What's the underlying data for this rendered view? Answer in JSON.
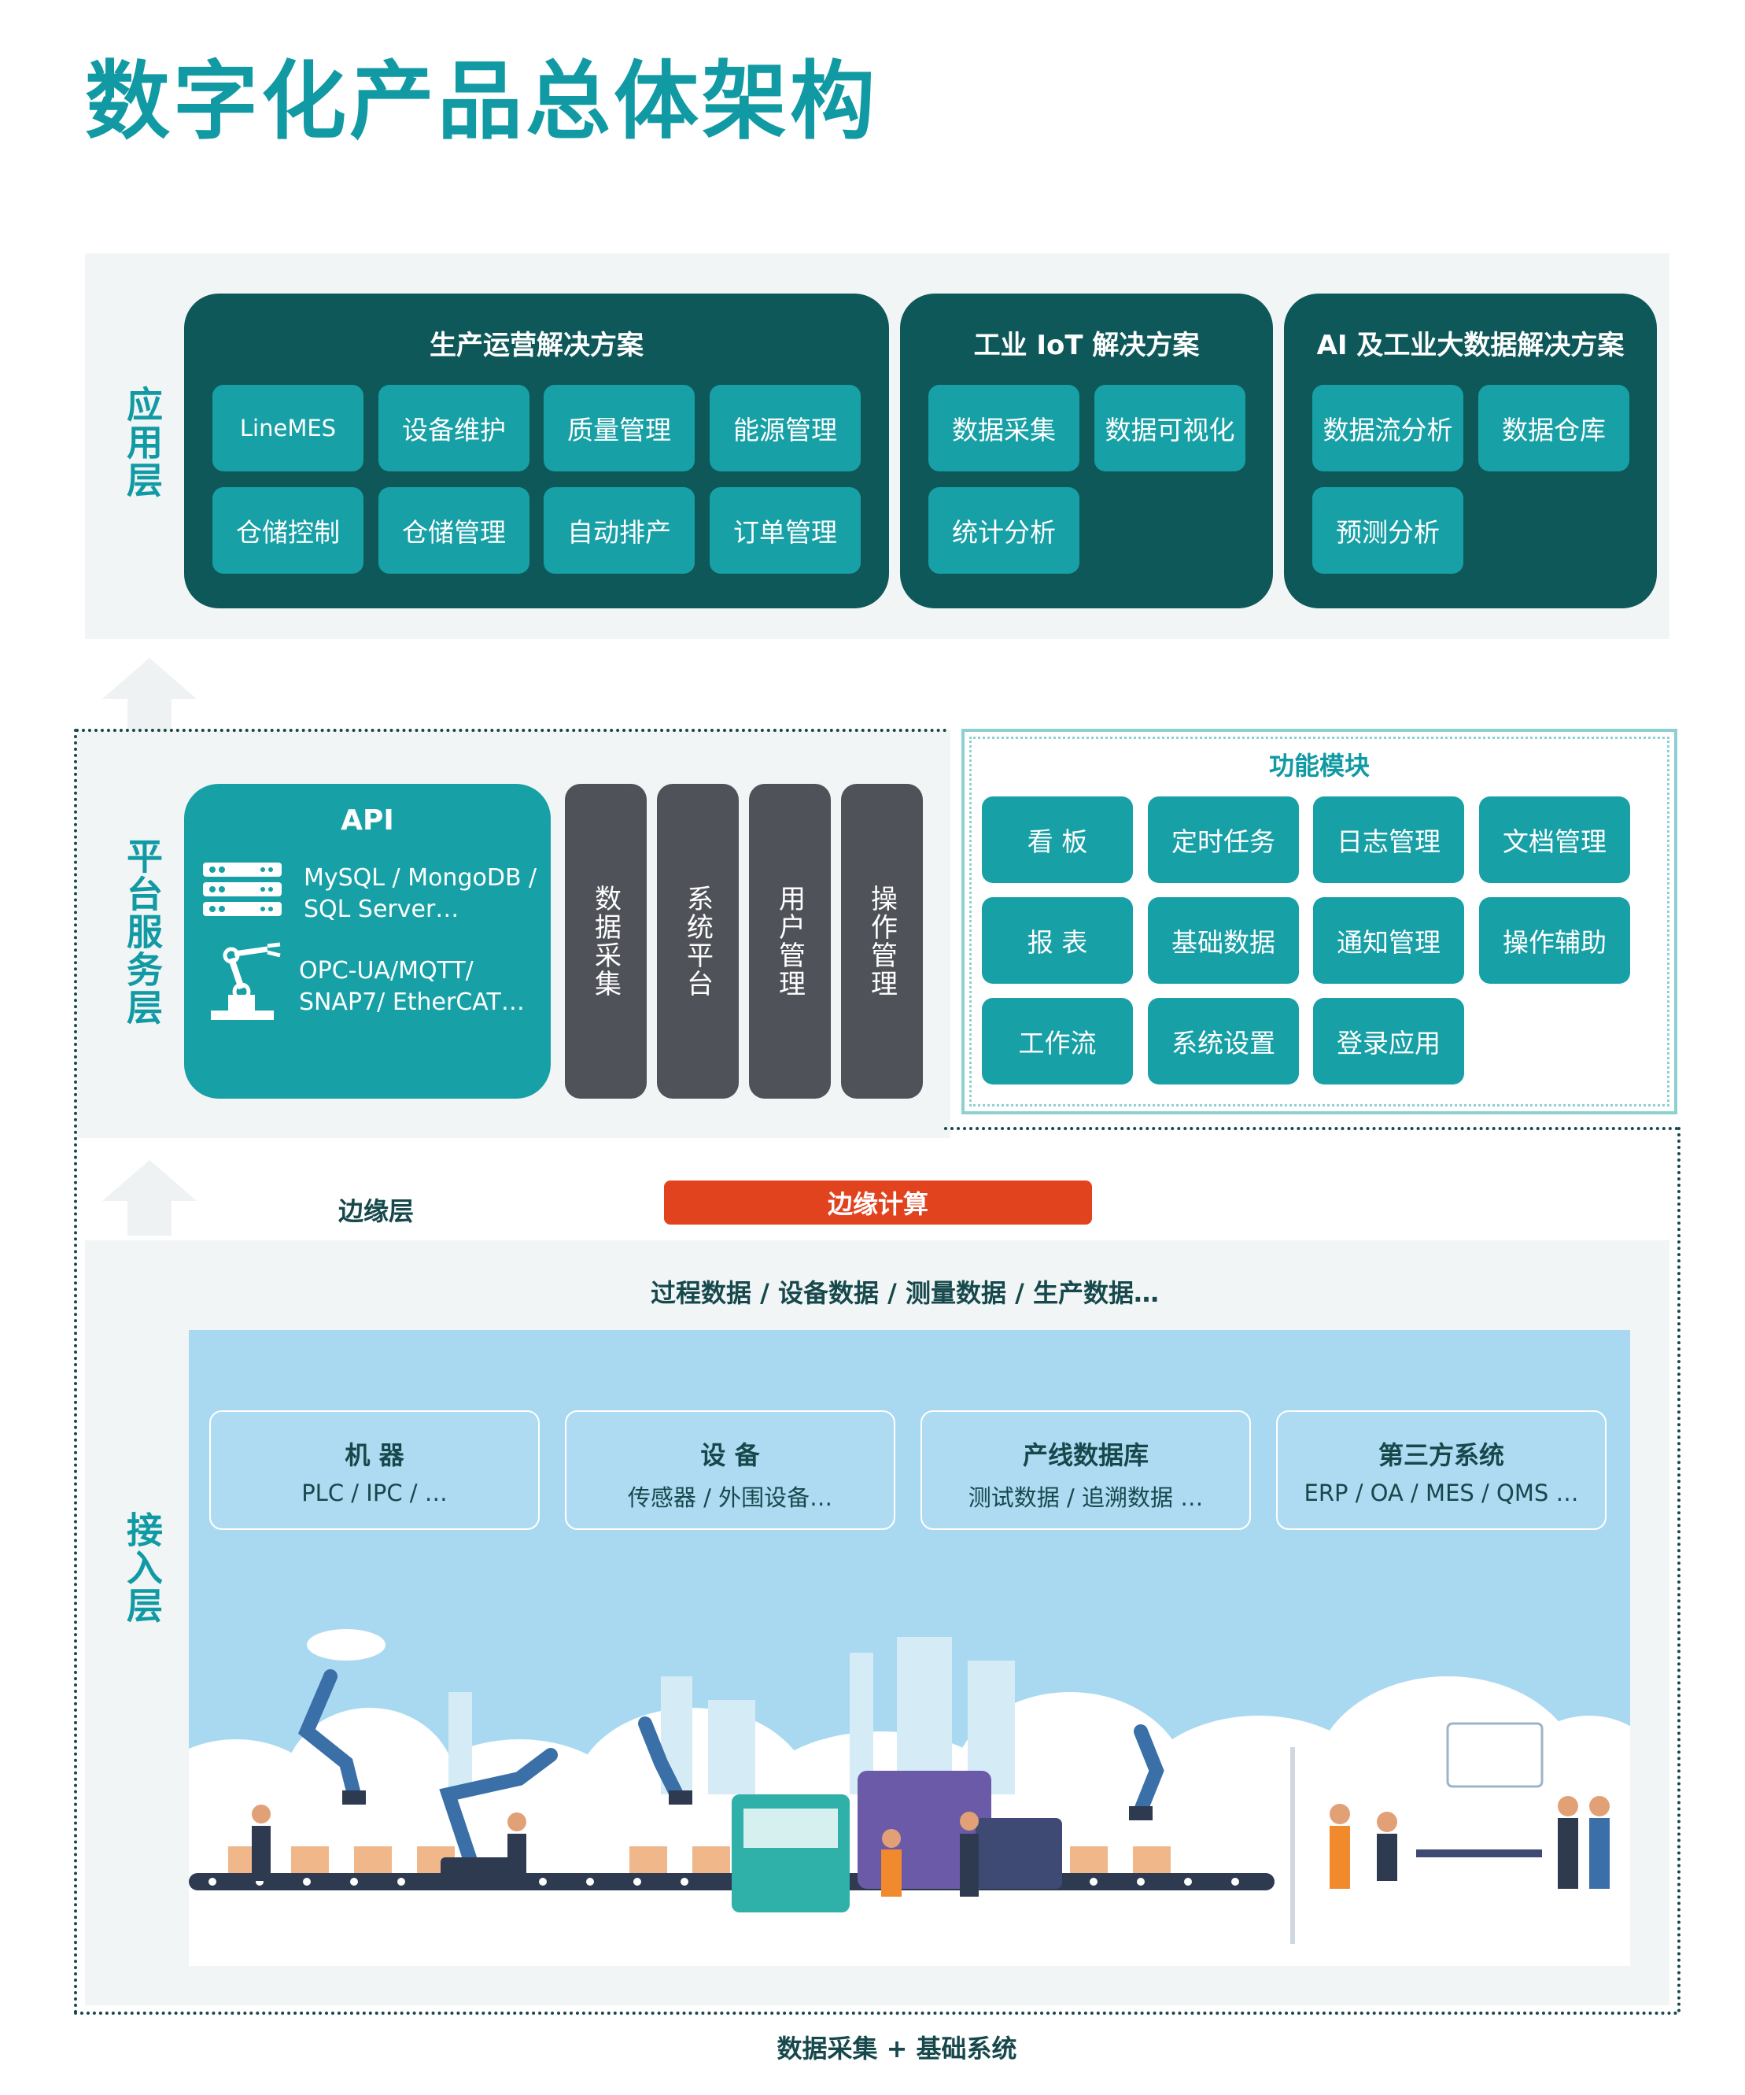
{
  "title": "数字化产品总体架构",
  "app_layer": {
    "label": "应用层",
    "solutions": [
      {
        "title": "生产运营解决方案",
        "tiles": [
          "LineMES",
          "设备维护",
          "质量管理",
          "能源管理",
          "仓储控制",
          "仓储管理",
          "自动排产",
          "订单管理"
        ]
      },
      {
        "title": "工业 IoT 解决方案",
        "tiles": [
          "数据采集",
          "数据可视化",
          "统计分析"
        ]
      },
      {
        "title": "AI 及工业大数据解决方案",
        "tiles": [
          "数据流分析",
          "数据仓库",
          "预测分析"
        ]
      }
    ]
  },
  "platform_layer": {
    "label": "平台服务层",
    "api": {
      "title": "API",
      "db_line1": "MySQL / MongoDB /",
      "db_line2": "SQL Server…",
      "proto_line1": "OPC-UA/MQTT/",
      "proto_line2": "SNAP7/ EtherCAT…",
      "db_icon": "server-stack-icon",
      "proto_icon": "robot-arm-icon"
    },
    "columns": [
      "数据采集",
      "系统平台",
      "用户管理",
      "操作管理"
    ],
    "modules": {
      "title": "功能模块",
      "items": [
        "看 板",
        "定时任务",
        "日志管理",
        "文档管理",
        "报 表",
        "基础数据",
        "通知管理",
        "操作辅助",
        "工作流",
        "系统设置",
        "登录应用"
      ]
    }
  },
  "edge": {
    "label": "边缘层",
    "bar": "边缘计算"
  },
  "access_layer": {
    "label": "接入层",
    "stream": "过程数据 / 设备数据 / 测量数据 / 生产数据…",
    "sources": [
      {
        "title": "机 器",
        "sub": "PLC / IPC / …"
      },
      {
        "title": "设 备",
        "sub": "传感器 / 外围设备…"
      },
      {
        "title": "产线数据库",
        "sub": "测试数据 / 追溯数据 …"
      },
      {
        "title": "第三方系统",
        "sub": "ERP / OA / MES / QMS …"
      }
    ]
  },
  "footer": "数据采集 + 基础系统",
  "colors": {
    "teal": "#119aa3",
    "dark_teal": "#0f5859",
    "tile": "#17a0a6",
    "column_gray": "#4f5258",
    "edge_red": "#e2431f",
    "sky": "#a9d9f1"
  }
}
